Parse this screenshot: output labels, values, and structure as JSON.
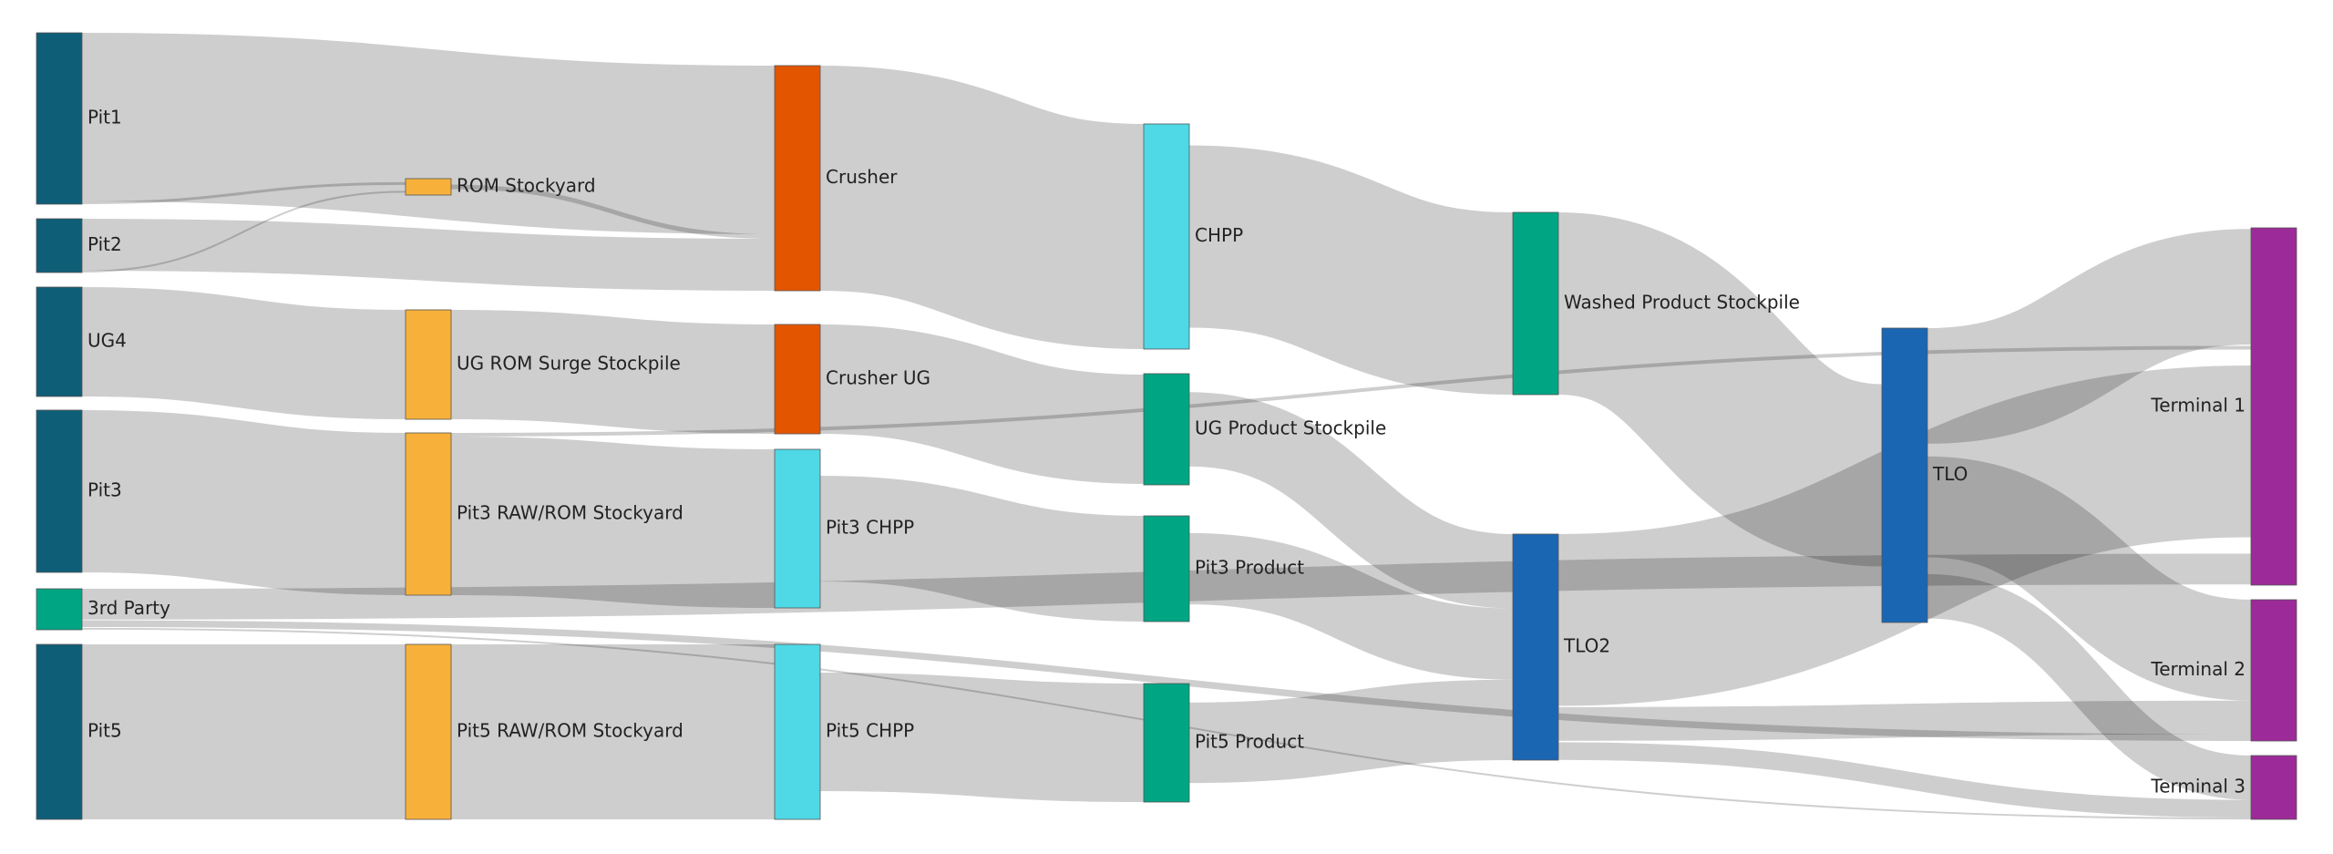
{
  "chart_data": {
    "type": "sankey",
    "nodes": [
      {
        "id": "Pit1",
        "label": "Pit1",
        "color": "#0f5e78"
      },
      {
        "id": "Pit2",
        "label": "Pit2",
        "color": "#0f5e78"
      },
      {
        "id": "UG4",
        "label": "UG4",
        "color": "#0f5e78"
      },
      {
        "id": "Pit3",
        "label": "Pit3",
        "color": "#0f5e78"
      },
      {
        "id": "3rd Party",
        "label": "3rd Party",
        "color": "#00a584"
      },
      {
        "id": "Pit5",
        "label": "Pit5",
        "color": "#0f5e78"
      },
      {
        "id": "ROM Stockyard",
        "label": "ROM Stockyard",
        "color": "#f7b13a"
      },
      {
        "id": "UG ROM Surge Stockpile",
        "label": "UG ROM Surge Stockpile",
        "color": "#f7b13a"
      },
      {
        "id": "Pit3 RAW/ROM Stockyard",
        "label": "Pit3 RAW/ROM Stockyard",
        "color": "#f7b13a"
      },
      {
        "id": "Pit5 RAW/ROM Stockyard",
        "label": "Pit5 RAW/ROM Stockyard",
        "color": "#f7b13a"
      },
      {
        "id": "Crusher",
        "label": "Crusher",
        "color": "#e45500"
      },
      {
        "id": "Crusher UG",
        "label": "Crusher UG",
        "color": "#e45500"
      },
      {
        "id": "Pit3 CHPP",
        "label": "Pit3 CHPP",
        "color": "#4fd8e5"
      },
      {
        "id": "Pit5 CHPP",
        "label": "Pit5 CHPP",
        "color": "#4fd8e5"
      },
      {
        "id": "CHPP",
        "label": "CHPP",
        "color": "#4fd8e5"
      },
      {
        "id": "UG Product Stockpile",
        "label": "UG Product Stockpile",
        "color": "#00a584"
      },
      {
        "id": "Pit3 Product",
        "label": "Pit3 Product",
        "color": "#00a584"
      },
      {
        "id": "Pit5 Product",
        "label": "Pit5 Product",
        "color": "#00a584"
      },
      {
        "id": "Washed Product Stockpile",
        "label": "Washed Product Stockpile",
        "color": "#00a584"
      },
      {
        "id": "TLO2",
        "label": "TLO2",
        "color": "#1a66b3"
      },
      {
        "id": "TLO",
        "label": "TLO",
        "color": "#1a66b3"
      },
      {
        "id": "Terminal 1",
        "label": "Terminal 1",
        "color": "#9c2a98"
      },
      {
        "id": "Terminal 2",
        "label": "Terminal 2",
        "color": "#9c2a98"
      },
      {
        "id": "Terminal 3",
        "label": "Terminal 3",
        "color": "#9c2a98"
      }
    ],
    "links": [
      {
        "source": "Pit1",
        "target": "Crusher",
        "value": 185
      },
      {
        "source": "Pit1",
        "target": "ROM Stockyard",
        "value": 3
      },
      {
        "source": "Pit2",
        "target": "ROM Stockyard",
        "value": 2
      },
      {
        "source": "Pit2",
        "target": "Crusher",
        "value": 57
      },
      {
        "source": "ROM Stockyard",
        "target": "Crusher",
        "value": 5
      },
      {
        "source": "UG4",
        "target": "UG ROM Surge Stockpile",
        "value": 120
      },
      {
        "source": "Pit3",
        "target": "Pit3 RAW/ROM Stockyard",
        "value": 178
      },
      {
        "source": "Pit5",
        "target": "Pit5 RAW/ROM Stockyard",
        "value": 192
      },
      {
        "source": "UG ROM Surge Stockpile",
        "target": "Crusher UG",
        "value": 120
      },
      {
        "source": "Pit3 RAW/ROM Stockyard",
        "target": "Pit3 CHPP",
        "value": 174
      },
      {
        "source": "Pit3 RAW/ROM Stockyard",
        "target": "Terminal 1",
        "value": 4
      },
      {
        "source": "Pit5 RAW/ROM Stockyard",
        "target": "Pit5 CHPP",
        "value": 192
      },
      {
        "source": "Crusher",
        "target": "CHPP",
        "value": 247
      },
      {
        "source": "Crusher UG",
        "target": "UG Product Stockpile",
        "value": 120
      },
      {
        "source": "Pit3 CHPP",
        "target": "Pit3 Product",
        "value": 115
      },
      {
        "source": "Pit5 CHPP",
        "target": "Pit5 Product",
        "value": 130
      },
      {
        "source": "CHPP",
        "target": "Washed Product Stockpile",
        "value": 200
      },
      {
        "source": "3rd Party",
        "target": "Terminal 1",
        "value": 30
      },
      {
        "source": "3rd Party",
        "target": "Terminal 2",
        "value": 8
      },
      {
        "source": "3rd Party",
        "target": "Terminal 3",
        "value": 2
      },
      {
        "source": "Washed Product Stockpile",
        "target": "TLO",
        "value": 200
      },
      {
        "source": "UG Product Stockpile",
        "target": "TLO2",
        "value": 120
      },
      {
        "source": "Pit3 Product",
        "target": "TLO2",
        "value": 115
      },
      {
        "source": "Pit5 Product",
        "target": "TLO2",
        "value": 130
      },
      {
        "source": "TLO2",
        "target": "Terminal 1",
        "value": 190
      },
      {
        "source": "TLO2",
        "target": "Terminal 2",
        "value": 40
      },
      {
        "source": "TLO2",
        "target": "Terminal 3",
        "value": 20
      },
      {
        "source": "TLO",
        "target": "Terminal 1",
        "value": 110
      },
      {
        "source": "TLO",
        "target": "Terminal 2",
        "value": 120
      },
      {
        "source": "TLO",
        "target": "Terminal 3",
        "value": 50
      }
    ]
  }
}
